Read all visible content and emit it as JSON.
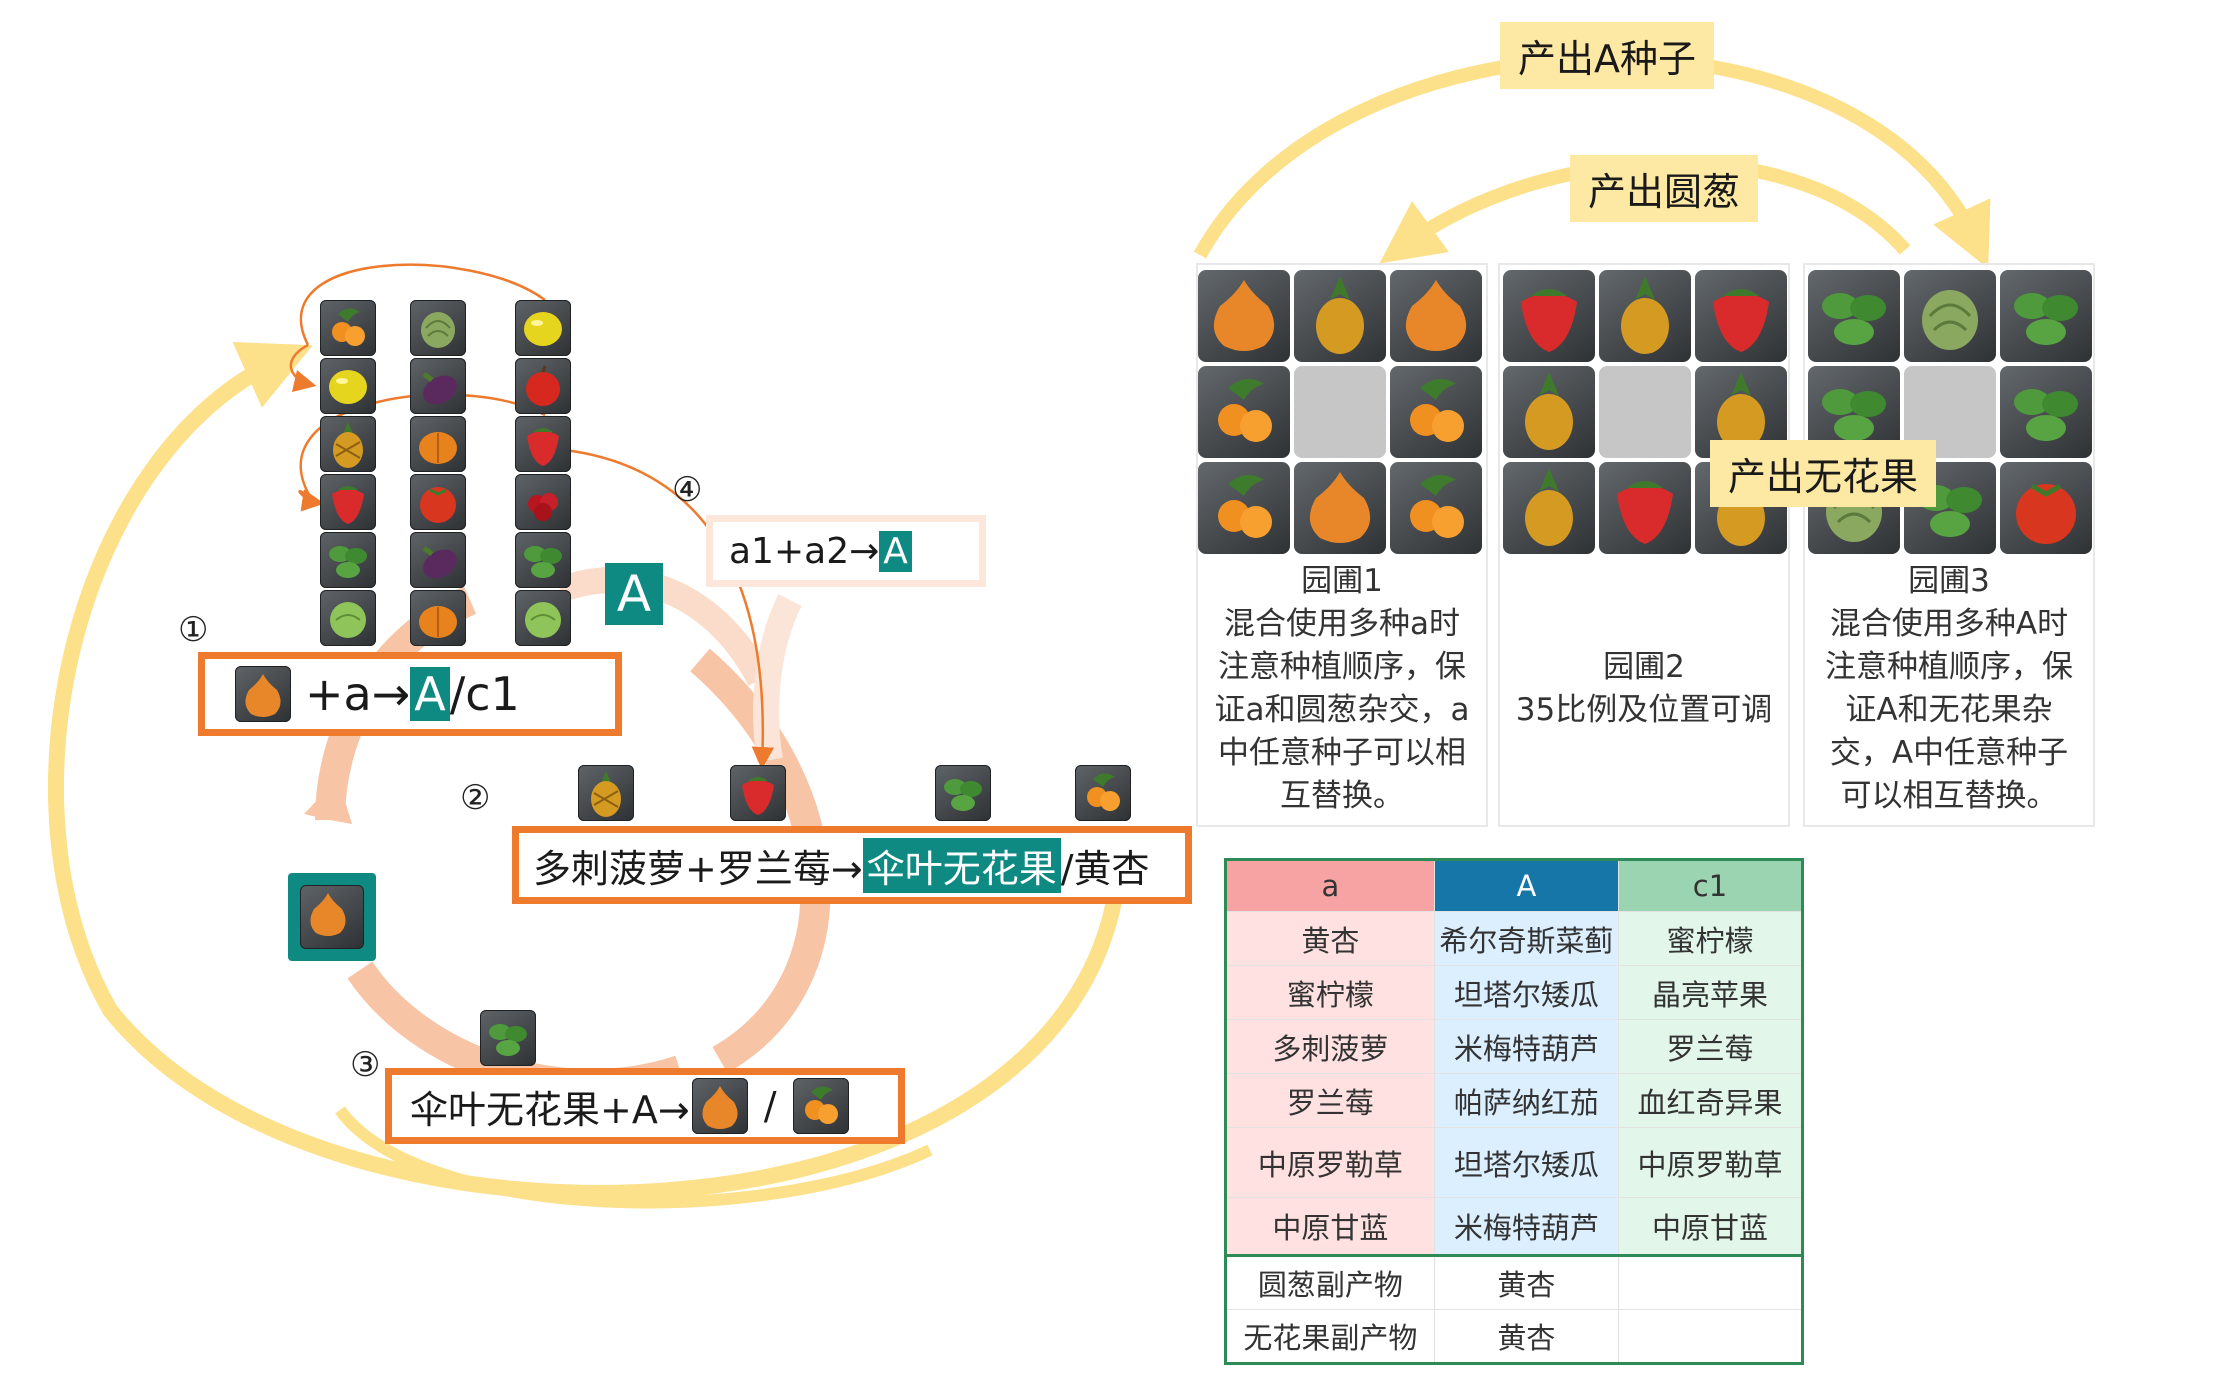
{
  "diagram": {
    "step_markers": [
      "①",
      "②",
      "③",
      "④"
    ],
    "formula_1": {
      "plus": "+a→",
      "target": "A",
      "rest": "/c1"
    },
    "formula_2": {
      "lhs": "多刺菠萝+罗兰莓→",
      "highlight": "伞叶无花果",
      "rest": "/黄杏"
    },
    "formula_3": {
      "lhs": "伞叶无花果+A→",
      "slash": "/"
    },
    "formula_4": {
      "lhs": "a1+a2→",
      "target": "A"
    },
    "big_label": "A"
  },
  "gardens": {
    "arrow_labels": {
      "seed": "产出A种子",
      "onion": "产出圆葱",
      "fig": "产出无花果"
    },
    "cards": [
      {
        "title": "园圃1",
        "text": [
          "混合使用多种a时",
          "注意种植顺序，保",
          "证a和圆葱杂交，a",
          "中任意种子可以相",
          "互替换。"
        ]
      },
      {
        "title": "园圃2",
        "text": [
          "35比例及位置可调"
        ]
      },
      {
        "title": "园圃3",
        "text": [
          "混合使用多种A时",
          "注意种植顺序，保",
          "证A和无花果杂",
          "交，A中任意种子",
          "可以相互替换。"
        ]
      }
    ]
  },
  "table": {
    "headers": [
      "a",
      "A",
      "c1"
    ],
    "rows": [
      [
        "黄杏",
        "希尔奇斯菜蓟",
        "蜜柠檬"
      ],
      [
        "蜜柠檬",
        "坦塔尔矮瓜",
        "晶亮苹果"
      ],
      [
        "多刺菠萝",
        "米梅特葫芦",
        "罗兰莓"
      ],
      [
        "罗兰莓",
        "帕萨纳红茄",
        "血红奇异果"
      ],
      [
        "中原罗勒草",
        "坦塔尔矮瓜",
        "中原罗勒草"
      ],
      [
        "中原甘蓝",
        "米梅特葫芦",
        "中原甘蓝"
      ]
    ],
    "byproducts": [
      [
        "圆葱副产物",
        "黄杏",
        ""
      ],
      [
        "无花果副产物",
        "黄杏",
        ""
      ]
    ]
  },
  "colors": {
    "orange": "#ee7a2e",
    "teal": "#0e8a83",
    "yellow": "#fde08a",
    "peach": "#f8c4a6"
  }
}
